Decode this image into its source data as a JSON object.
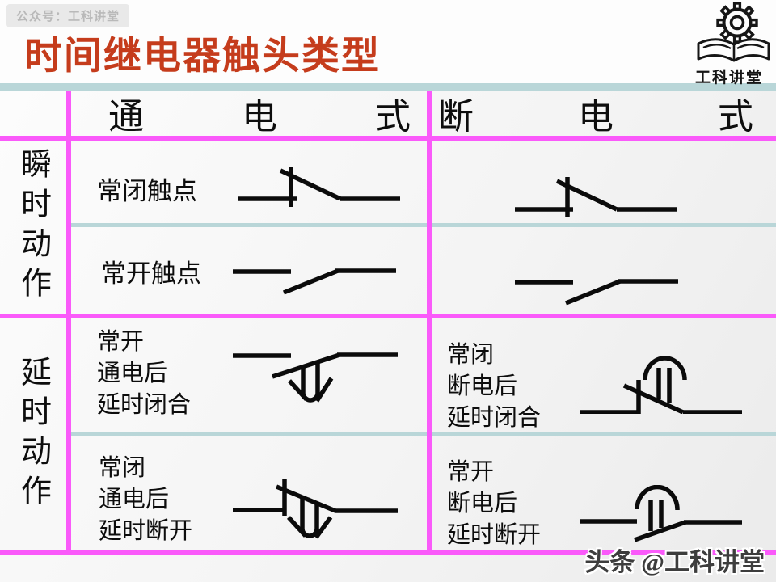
{
  "badge": "公众号：工科讲堂",
  "title": "时间继电器触头类型",
  "logo": {
    "text": "工科讲堂",
    "icon": "gear-book-logo"
  },
  "watermark": "头条 @工科讲堂",
  "colors": {
    "accent_pink": "#fa5afa",
    "accent_teal": "#b9d6d8",
    "title_red": "#c53c1c",
    "symbol_black": "#0b0b0b"
  },
  "table": {
    "col_headers": [
      {
        "chars": [
          "通",
          "电",
          "式"
        ]
      },
      {
        "chars": [
          "断",
          "电",
          "式"
        ]
      }
    ],
    "row_groups": [
      {
        "label": "瞬时动作",
        "rows": [
          {
            "left": {
              "label": "常闭触点",
              "symbol": "nc-contact"
            },
            "right": {
              "symbol": "nc-contact"
            }
          },
          {
            "left": {
              "label": "常开触点",
              "symbol": "no-contact"
            },
            "right": {
              "symbol": "no-contact"
            }
          }
        ]
      },
      {
        "label": "延时动作",
        "rows": [
          {
            "left": {
              "label_lines": [
                "常开",
                "通电后",
                "延时闭合"
              ],
              "symbol": "no-contact-delay-close-down-arrow"
            },
            "right": {
              "label_lines": [
                "常闭",
                "断电后",
                "延时闭合"
              ],
              "symbol": "nc-contact-delay-close-up-arrow"
            }
          },
          {
            "left": {
              "label_lines": [
                "常闭",
                "通电后",
                "延时断开"
              ],
              "symbol": "nc-contact-delay-open-down-arrow"
            },
            "right": {
              "label_lines": [
                "常开",
                "断电后",
                "延时断开"
              ],
              "symbol": "no-contact-delay-open-up-arrow"
            }
          }
        ]
      }
    ]
  }
}
